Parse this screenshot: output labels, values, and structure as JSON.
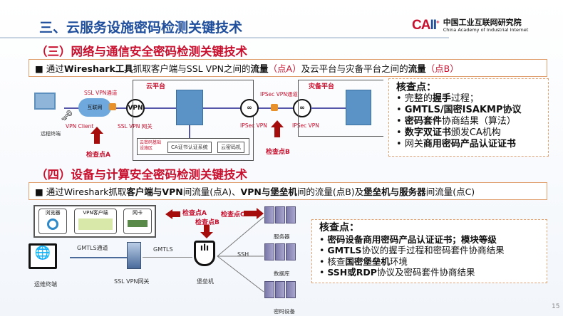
{
  "header": {
    "title": "三、云服务设施密码检测关键技术",
    "logo_mark": "CAII",
    "logo_cn": "中国工业互联网研究院",
    "logo_en": "China Academy of Industrial Internet"
  },
  "section3": {
    "heading": "（三）网络与通信安全密码检测关键技术",
    "bullet": [
      "通过",
      "Wireshark工具",
      "抓取客户端与SSL VPN之间的",
      "流量",
      "（点A）",
      "及云平台与灾备平台之间的",
      "流量",
      "（点B）"
    ],
    "diagram": {
      "remote_terminal": "远程终端",
      "vpn_client": "VPN Client",
      "internet": "互联网",
      "ssl_tunnel": "SSL VPN通道",
      "vpn": "VPN",
      "ssl_gateway": "SSL VPN 网关",
      "cloud_platform": "云平台",
      "infra_zone": "云密码基础设施区",
      "ca_system": "CA证书认证系统",
      "cloud_hsm": "云密码机",
      "ipsec_vpn_1": "IPSec VPN",
      "ipsec_tunnel": "IPSec VPN通道",
      "ipsec_vpn_2": "IPSec VPN",
      "dr_platform": "灾备平台",
      "checkpoint_a": "检查点A",
      "checkpoint_b": "检查点B"
    },
    "checks": {
      "title": "核查点：",
      "items": [
        [
          "完整的",
          "握手",
          "过程；"
        ],
        [
          "",
          "GMTLS/国密ISAKMP协议",
          ""
        ],
        [
          "",
          "密码套件",
          "协商结果（算法）"
        ],
        [
          "",
          "数字双证书",
          "颁发CA机构"
        ],
        [
          "网关",
          "商用密码产品认证证书",
          ""
        ]
      ]
    }
  },
  "section4": {
    "heading": "（四）设备与计算安全密码检测关键技术",
    "bullet": [
      "通过Wireshark抓取",
      "客户端与VPN",
      "间流量(点A)、",
      "VPN与堡垒机",
      "间的流量(点B)及",
      "堡垒机与服务器",
      "间流量(点C)"
    ],
    "diagram": {
      "browser": "浏览器",
      "vpn_client": "VPN客户端",
      "nic": "网卡",
      "ops_terminal": "运维终端",
      "gmtls_tunnel": "GMTLS通道",
      "ssl_gateway": "SSL VPN网关",
      "gmtls": "GMTLS",
      "bastion": "堡垒机",
      "ssh": "SSH",
      "server": "服务器",
      "database": "数据库",
      "crypto_device": "密码设备",
      "checkpoint_a": "检查点A",
      "checkpoint_b": "检查点B",
      "checkpoint_c": "检查点C"
    },
    "checks": {
      "title": "核查点：",
      "items": [
        [
          "",
          "密码设备商用密码产品认证证书；模块等级",
          ""
        ],
        [
          "",
          "GMTLS",
          "协议的握手过程和密码套件协商结果"
        ],
        [
          "核查",
          "国密堡垒机",
          "环境"
        ],
        [
          "",
          "SSH或RDP",
          "协议及密码套件协商结果"
        ]
      ]
    }
  },
  "page_number": "15"
}
